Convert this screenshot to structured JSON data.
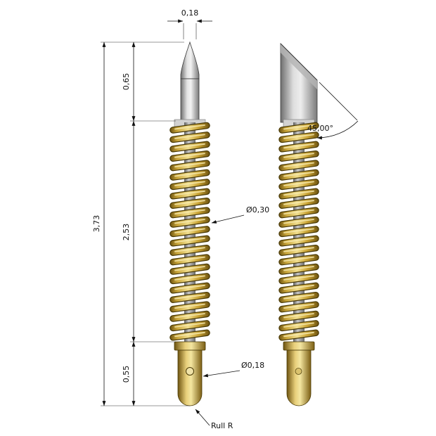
{
  "drawing": {
    "dimensions": {
      "tip_width": "0,18",
      "tip_length": "0,65",
      "total_length": "3,73",
      "spring_length": "2,53",
      "tail_length": "0,55",
      "spring_diameter": "Ø0,30",
      "plunger_diameter": "Ø0,18",
      "cut_angle": "45,00°",
      "radius_note": "Rull R"
    },
    "colors": {
      "gold": "#c8a432",
      "gold_dark": "#4a3a06",
      "gold_highlight": "#f6e9ae",
      "steel": "#9e9e9e",
      "line": "#111111",
      "background": "#ffffff"
    }
  }
}
